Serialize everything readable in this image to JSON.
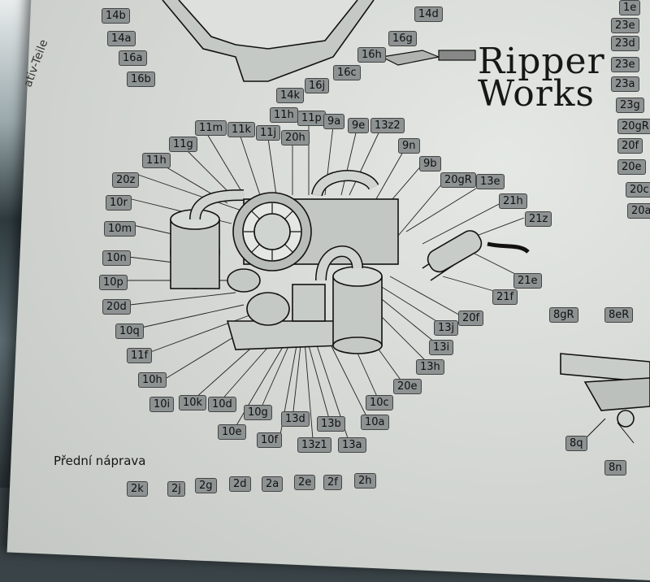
{
  "brand": {
    "line1": "Ripper",
    "line2": "Works"
  },
  "section_title": "Přední náprava",
  "side_print": "ativ-Teile",
  "part_labels": [
    "14b",
    "14a",
    "16a",
    "16b",
    "14d",
    "16g",
    "16h",
    "16c",
    "16j",
    "14k",
    "11h",
    "11p",
    "9a",
    "9e",
    "13z2",
    "11m",
    "11k",
    "11j",
    "20h",
    "11g",
    "9n",
    "11h",
    "9b",
    "20z",
    "20gR",
    "13e",
    "10r",
    "21h",
    "10m",
    "21z",
    "10n",
    "21e",
    "10p",
    "21f",
    "20d",
    "20f",
    "10q",
    "13j",
    "11f",
    "13i",
    "10h",
    "13h",
    "10i",
    "10k",
    "10d",
    "20e",
    "10c",
    "10g",
    "13d",
    "13b",
    "10a",
    "10e",
    "10f",
    "13z1",
    "13a",
    "1e",
    "23e",
    "23d",
    "23e",
    "23a",
    "23g",
    "20gR",
    "20f",
    "20e",
    "20c",
    "20a",
    "8gR",
    "8eR",
    "8q",
    "8n",
    "2k",
    "2j",
    "2g",
    "2d",
    "2a",
    "2e",
    "2f",
    "2h"
  ],
  "colors": {
    "paper": "#dfe3de",
    "label_bg": "#8d9292",
    "ink": "#151515"
  }
}
